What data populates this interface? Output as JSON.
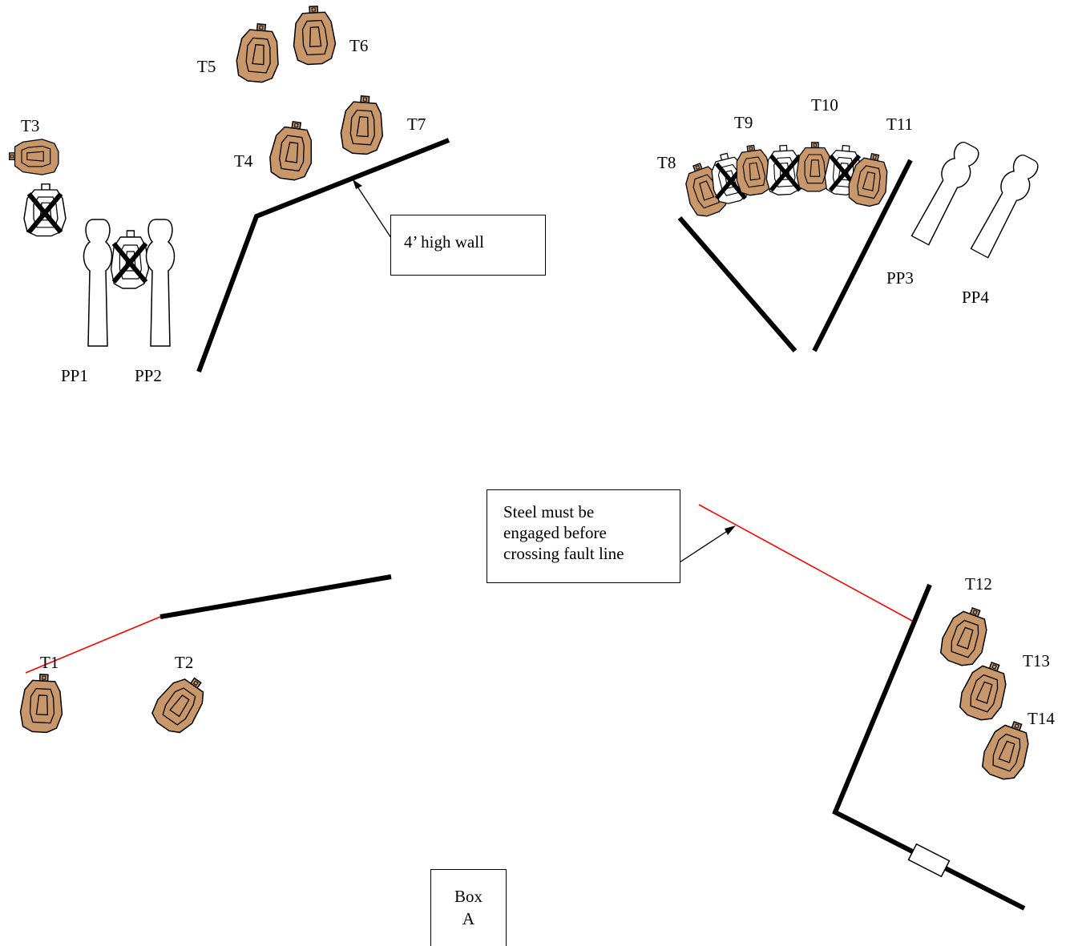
{
  "targets": {
    "t1": "T1",
    "t2": "T2",
    "t3": "T3",
    "t4": "T4",
    "t5": "T5",
    "t6": "T6",
    "t7": "T7",
    "t8": "T8",
    "t9": "T9",
    "t10": "T10",
    "t11": "T11",
    "t12": "T12",
    "t13": "T13",
    "t14": "T14"
  },
  "poppers": {
    "pp1": "PP1",
    "pp2": "PP2",
    "pp3": "PP3",
    "pp4": "PP4"
  },
  "callouts": {
    "wall": "4’ high wall",
    "steel_line1": "Steel must be",
    "steel_line2": "engaged before",
    "steel_line3": "crossing fault line"
  },
  "box": {
    "line1": "Box",
    "line2": "A"
  },
  "colors": {
    "shoot_target": "#c8976a",
    "no_shoot": "#ffffff",
    "wall": "#000000",
    "fault_line": "#ff0000"
  }
}
